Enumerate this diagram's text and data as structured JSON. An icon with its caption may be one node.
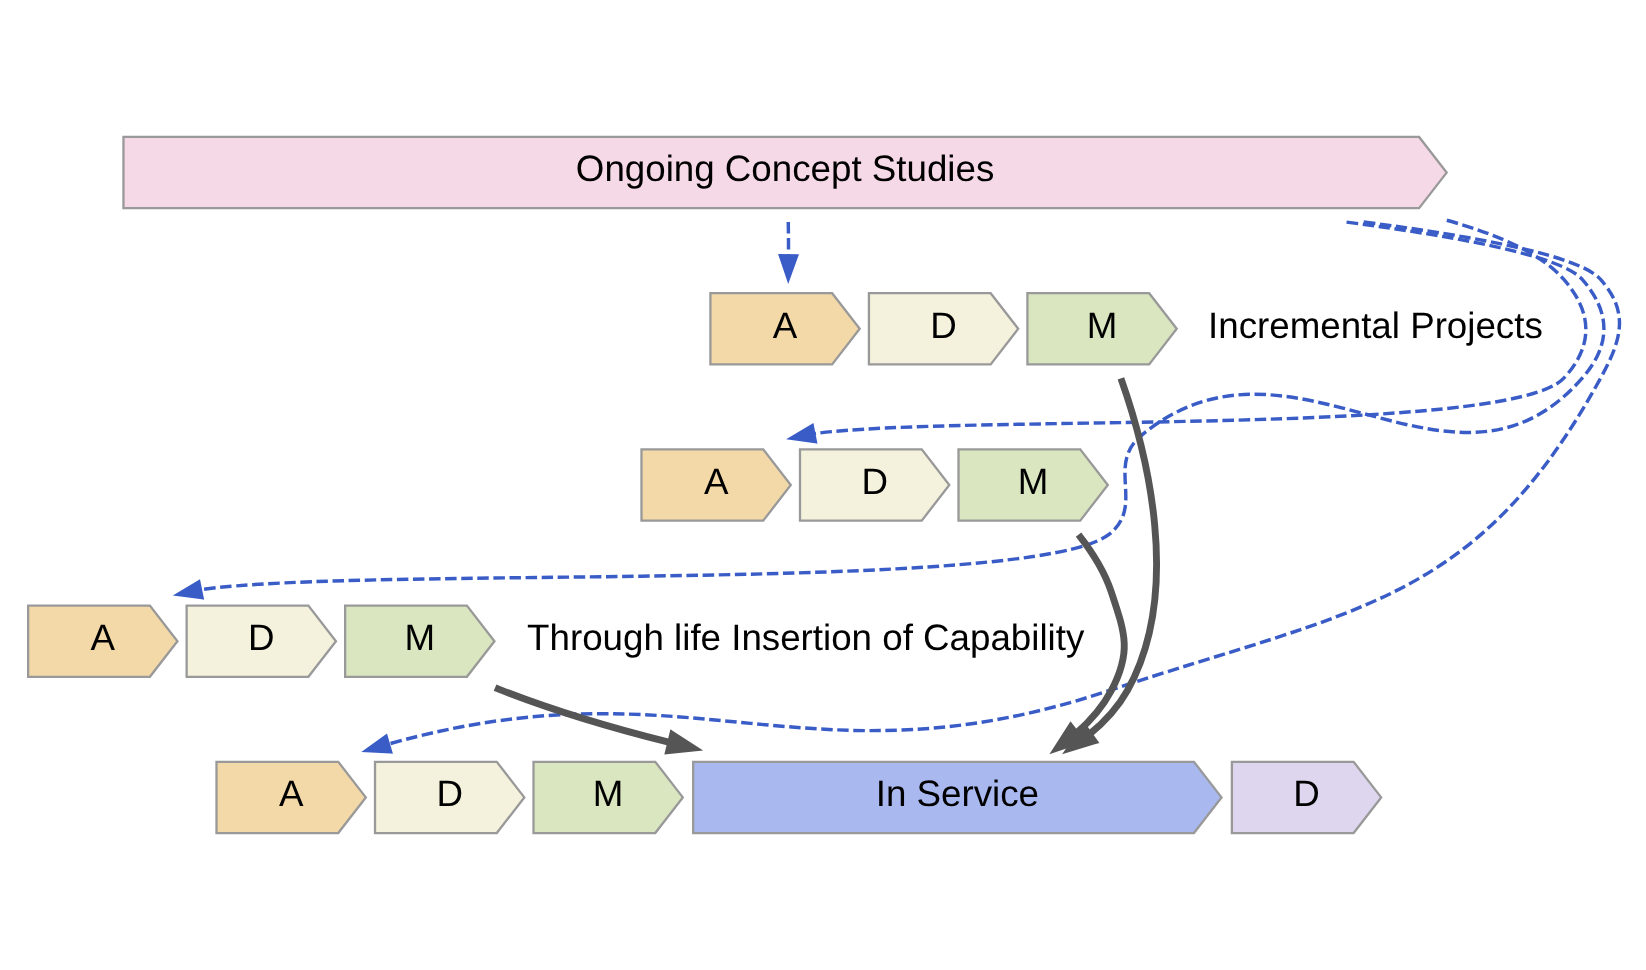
{
  "diagram": {
    "nodes": [
      {
        "text": [
          "Ongoing Concept Studies"
        ]
      },
      {
        "text": [
          "A"
        ]
      },
      {
        "text": [
          "D"
        ]
      },
      {
        "text": [
          "M"
        ]
      },
      {
        "text": [
          "A"
        ]
      },
      {
        "text": [
          "D"
        ]
      },
      {
        "text": [
          "M"
        ]
      },
      {
        "text": [
          "A"
        ]
      },
      {
        "text": [
          "D"
        ]
      },
      {
        "text": [
          "M"
        ]
      },
      {
        "text": [
          "A"
        ]
      },
      {
        "text": [
          "D"
        ]
      },
      {
        "text": [
          "M"
        ]
      },
      {
        "text": [
          "In Service"
        ]
      },
      {
        "text": [
          "D"
        ]
      }
    ],
    "edges": [
      {
        "from": 0,
        "to": 1,
        "arrow": "to",
        "style": "dashed",
        "color": "#3a5cc6"
      },
      {
        "from": 0,
        "to": 4,
        "arrow": "to",
        "style": "dashed",
        "color": "#3a5cc6"
      },
      {
        "from": 0,
        "to": 7,
        "arrow": "to",
        "style": "dashed",
        "color": "#3a5cc6"
      },
      {
        "from": 0,
        "to": 10,
        "arrow": "to",
        "style": "dashed",
        "color": "#3a5cc6"
      },
      {
        "from": 9,
        "to": 13,
        "arrow": "to",
        "style": "thick",
        "color": "#555555"
      },
      {
        "from": 6,
        "to": 13,
        "arrow": "to",
        "style": "thick",
        "color": "#555555"
      },
      {
        "from": 3,
        "to": 13,
        "arrow": "to",
        "style": "thick",
        "color": "#555555"
      }
    ],
    "labels": [
      "Incremental Projects",
      "Through life Insertion of Capability"
    ]
  }
}
